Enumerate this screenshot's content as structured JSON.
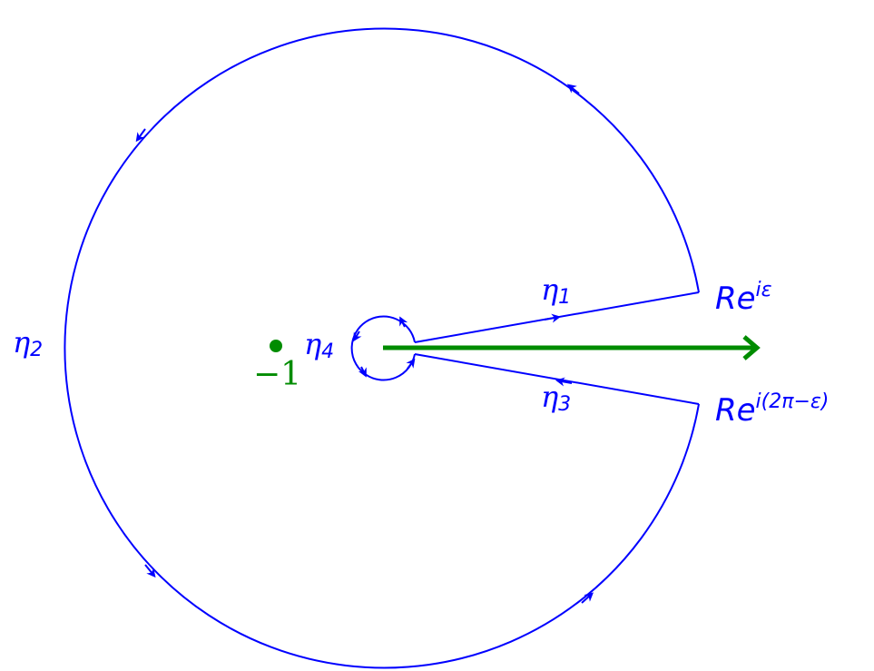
{
  "colors": {
    "contour": "#0000ff",
    "branch_cut": "#008c00",
    "background": "#ffffff"
  },
  "labels": {
    "eta1": {
      "base": "η",
      "sub": "1"
    },
    "eta2": {
      "base": "η",
      "sub": "2"
    },
    "eta3": {
      "base": "η",
      "sub": "3"
    },
    "eta4": {
      "base": "η",
      "sub": "4"
    },
    "r_eps": {
      "base": "Re",
      "sup": "iε"
    },
    "r_2pi": {
      "base": "Re",
      "sup": "i(2π−ε)"
    },
    "point": "−1"
  }
}
